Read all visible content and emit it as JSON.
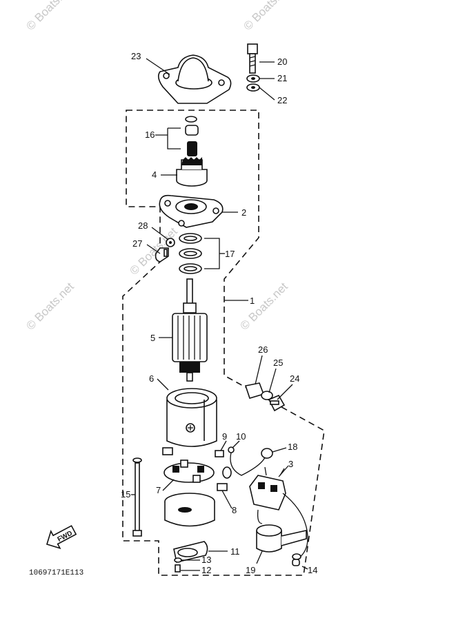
{
  "diagram": {
    "drawing_code": "10697171E113",
    "fwd_label": "FWD",
    "watermarks": [
      "© Boats.net",
      "© Boats.net",
      "© Boats.net",
      "© Boats.net",
      "© Boats.net"
    ],
    "callouts": {
      "p1": "1",
      "p2": "2",
      "p3": "3",
      "p4": "4",
      "p5": "5",
      "p6": "6",
      "p7": "7",
      "p8": "8",
      "p9": "9",
      "p10": "10",
      "p11": "11",
      "p12": "12",
      "p13": "13",
      "p14": "14",
      "p15": "15",
      "p16": "16",
      "p17": "17",
      "p18": "18",
      "p19": "19",
      "p20": "20",
      "p21": "21",
      "p22": "22",
      "p23": "23",
      "p24": "24",
      "p25": "25",
      "p26": "26",
      "p27": "27",
      "p28": "28"
    }
  }
}
